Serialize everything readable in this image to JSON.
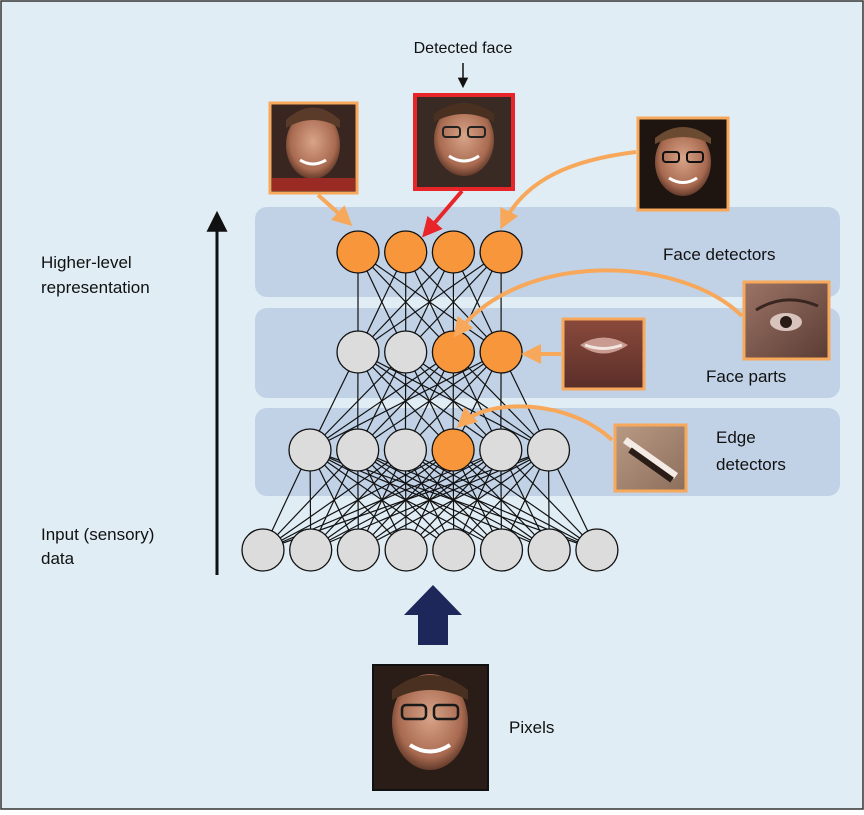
{
  "labels": {
    "detected_face": "Detected face",
    "higher_level": [
      "Higher-level",
      "representation"
    ],
    "input": [
      "Input (sensory)",
      "data"
    ],
    "face_detectors": "Face detectors",
    "face_parts": "Face parts",
    "edge_detectors": [
      "Edge",
      "detectors"
    ],
    "pixels": "Pixels"
  },
  "network": {
    "layers": [
      {
        "name": "input",
        "count": 8,
        "active": []
      },
      {
        "name": "edge-detectors",
        "count": 6,
        "active": [
          3
        ]
      },
      {
        "name": "face-parts",
        "count": 4,
        "active": [
          2,
          3
        ]
      },
      {
        "name": "face-detectors",
        "count": 4,
        "active": [
          0,
          1,
          2,
          3
        ]
      }
    ]
  },
  "colors": {
    "background": "#e0edf5",
    "band": "#c1d2e7",
    "active_node": "#f7963b",
    "inactive_node": "#dcdcdc",
    "arrow_orange": "#f7a85a",
    "arrow_red": "#e8262a",
    "input_arrow": "#1e2759"
  },
  "icons": [
    "face-photo",
    "mouth-patch",
    "eye-patch",
    "edge-patch",
    "up-arrow"
  ]
}
